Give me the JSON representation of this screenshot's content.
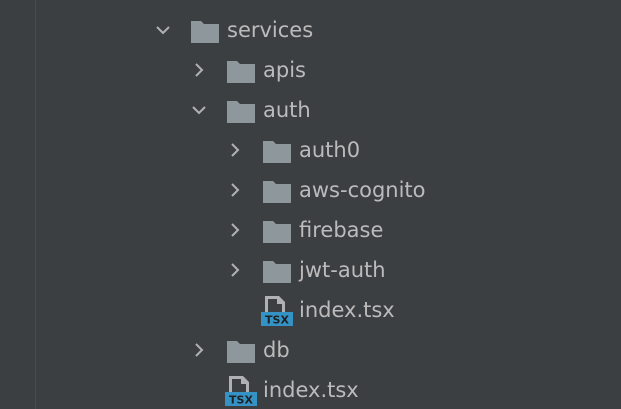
{
  "tree": {
    "nodes": [
      {
        "label": "services",
        "kind": "folder",
        "state": "expanded",
        "depth": 0
      },
      {
        "label": "apis",
        "kind": "folder",
        "state": "collapsed",
        "depth": 1
      },
      {
        "label": "auth",
        "kind": "folder",
        "state": "expanded",
        "depth": 1
      },
      {
        "label": "auth0",
        "kind": "folder",
        "state": "collapsed",
        "depth": 2
      },
      {
        "label": "aws-cognito",
        "kind": "folder",
        "state": "collapsed",
        "depth": 2
      },
      {
        "label": "firebase",
        "kind": "folder",
        "state": "collapsed",
        "depth": 2
      },
      {
        "label": "jwt-auth",
        "kind": "folder",
        "state": "collapsed",
        "depth": 2
      },
      {
        "label": "index.tsx",
        "kind": "tsx-file",
        "state": "leaf",
        "depth": 2
      },
      {
        "label": "db",
        "kind": "folder",
        "state": "collapsed",
        "depth": 1
      },
      {
        "label": "index.tsx",
        "kind": "tsx-file",
        "state": "leaf",
        "depth": 1
      }
    ],
    "file_badge": "TSX",
    "icons": {
      "folder": "folder-icon",
      "file": "tsx-file-icon",
      "expanded": "chevron-down-icon",
      "collapsed": "chevron-right-icon"
    },
    "colors": {
      "background": "#3c3f41",
      "text": "#bbbbbb",
      "folder": "#8e979c",
      "chevron": "#afb1b3",
      "tsx_badge": "#3592c4"
    }
  }
}
